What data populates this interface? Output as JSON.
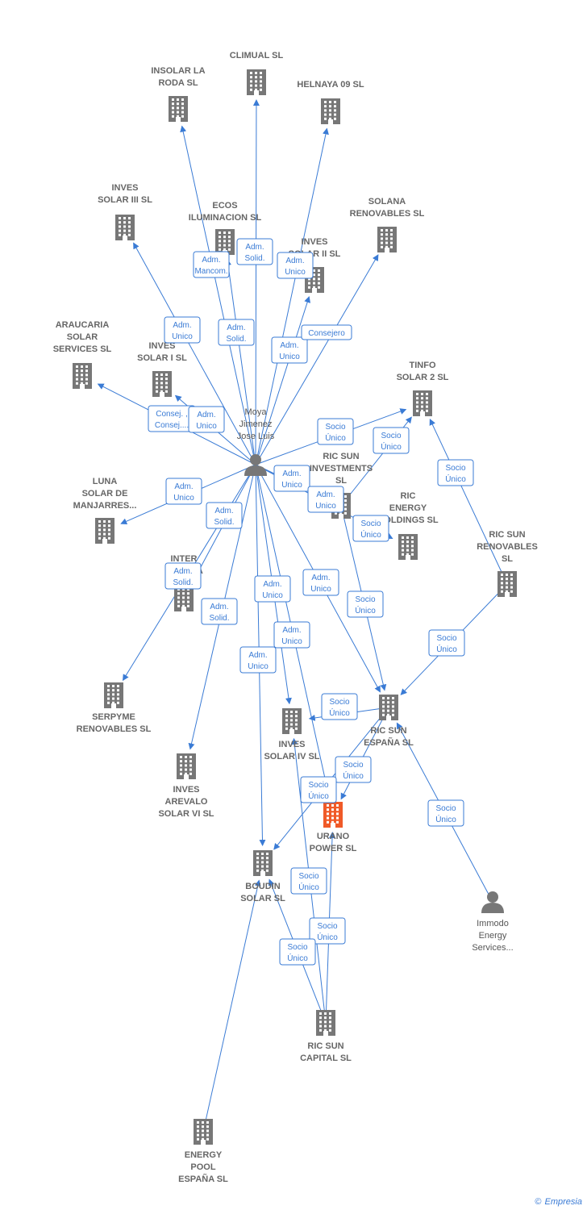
{
  "colors": {
    "edge": "#3a7bd5",
    "building": "#777777",
    "focus": "#f05a28",
    "person": "#777777",
    "label": "#666666"
  },
  "nodes": [
    {
      "id": "climual",
      "lines": [
        "CLIMUAL SL"
      ],
      "kind": "building"
    },
    {
      "id": "insolar_roda",
      "lines": [
        "INSOLAR LA",
        "RODA  SL"
      ],
      "kind": "building"
    },
    {
      "id": "helnaya",
      "lines": [
        "HELNAYA 09 SL"
      ],
      "kind": "building"
    },
    {
      "id": "inves3",
      "lines": [
        "INVES",
        "SOLAR III SL"
      ],
      "kind": "building"
    },
    {
      "id": "ecos",
      "lines": [
        "ECOS",
        "ILUMINACION SL"
      ],
      "kind": "building"
    },
    {
      "id": "solana",
      "lines": [
        "SOLANA",
        "RENOVABLES SL"
      ],
      "kind": "building"
    },
    {
      "id": "inves2",
      "lines": [
        "INVES",
        "SOLAR II SL"
      ],
      "kind": "building"
    },
    {
      "id": "araucaria",
      "lines": [
        "ARAUCARIA",
        "SOLAR",
        "SERVICES SL"
      ],
      "kind": "building"
    },
    {
      "id": "inves1",
      "lines": [
        "INVES",
        "SOLAR I SL"
      ],
      "kind": "building"
    },
    {
      "id": "tinfo",
      "lines": [
        "TINFO",
        "SOLAR 2 SL"
      ],
      "kind": "building"
    },
    {
      "id": "moya",
      "lines": [
        "Moya",
        "Jimenez",
        "Jose Luis"
      ],
      "kind": "person"
    },
    {
      "id": "ricinv",
      "lines": [
        "RIC SUN",
        "INVESTMENTS",
        "SL"
      ],
      "kind": "building"
    },
    {
      "id": "luna",
      "lines": [
        "LUNA",
        "SOLAR DE",
        "MANJARRES..."
      ],
      "kind": "building"
    },
    {
      "id": "richold",
      "lines": [
        "RIC",
        "ENERGY",
        "HOLDINGS  SL"
      ],
      "kind": "building"
    },
    {
      "id": "ricren",
      "lines": [
        "RIC SUN",
        "RENOVABLES",
        "SL"
      ],
      "kind": "building"
    },
    {
      "id": "inter",
      "lines": [
        "INTER",
        "IMAGINA"
      ],
      "kind": "building"
    },
    {
      "id": "serpyme",
      "lines": [
        "SERPYME",
        "RENOVABLES SL"
      ],
      "kind": "building"
    },
    {
      "id": "inves4",
      "lines": [
        "INVES",
        "SOLAR IV SL"
      ],
      "kind": "building"
    },
    {
      "id": "ricesp",
      "lines": [
        "RIC SUN",
        "ESPAÑA  SL"
      ],
      "kind": "building"
    },
    {
      "id": "arevalo",
      "lines": [
        "INVES",
        "AREVALO",
        "SOLAR VI SL"
      ],
      "kind": "building"
    },
    {
      "id": "urano",
      "lines": [
        "URANO",
        "POWER  SL"
      ],
      "kind": "focus"
    },
    {
      "id": "boudin",
      "lines": [
        "BOUDIN",
        "SOLAR SL"
      ],
      "kind": "building"
    },
    {
      "id": "immodo",
      "lines": [
        "Immodo",
        "Energy",
        "Services..."
      ],
      "kind": "person"
    },
    {
      "id": "riccap",
      "lines": [
        "RIC SUN",
        "CAPITAL  SL"
      ],
      "kind": "building"
    },
    {
      "id": "epool",
      "lines": [
        "ENERGY",
        "POOL",
        "ESPAÑA  SL"
      ],
      "kind": "building"
    }
  ],
  "edges": [
    {
      "from": "moya",
      "to": "climual",
      "label": [
        "Adm.",
        "Solid."
      ]
    },
    {
      "from": "moya",
      "to": "insolar_roda",
      "label": [
        "Adm.",
        "Mancom."
      ]
    },
    {
      "from": "moya",
      "to": "helnaya",
      "label": [
        "Adm.",
        "Unico"
      ]
    },
    {
      "from": "moya",
      "to": "inves3",
      "label": [
        "Adm.",
        "Unico"
      ]
    },
    {
      "from": "moya",
      "to": "ecos",
      "label": [
        "Adm.",
        "Solid."
      ]
    },
    {
      "from": "moya",
      "to": "inves2",
      "label": [
        "Adm.",
        "Unico"
      ]
    },
    {
      "from": "moya",
      "to": "solana",
      "label": [
        "Consejero"
      ]
    },
    {
      "from": "moya",
      "to": "araucaria",
      "label": [
        "Consej. ,",
        "Consej...."
      ]
    },
    {
      "from": "moya",
      "to": "inves1",
      "label": [
        "Adm.",
        "Unico"
      ]
    },
    {
      "from": "moya",
      "to": "tinfo",
      "label": [
        "Socio",
        "Único"
      ]
    },
    {
      "from": "moya",
      "to": "ricinv",
      "label": [
        "Adm.",
        "Unico"
      ]
    },
    {
      "from": "moya",
      "to": "richold",
      "label": [
        "Adm.",
        "Unico"
      ]
    },
    {
      "from": "moya",
      "to": "luna",
      "label": [
        "Adm.",
        "Unico"
      ]
    },
    {
      "from": "moya",
      "to": "inter",
      "label": [
        "Adm.",
        "Solid."
      ]
    },
    {
      "from": "moya",
      "to": "serpyme",
      "label": [
        "Adm.",
        "Solid."
      ]
    },
    {
      "from": "moya",
      "to": "arevalo",
      "label": [
        "Adm.",
        "Solid."
      ]
    },
    {
      "from": "moya",
      "to": "inves4",
      "label": [
        "Adm.",
        "Unico"
      ]
    },
    {
      "from": "moya",
      "to": "urano",
      "label": [
        "Adm.",
        "Unico"
      ]
    },
    {
      "from": "moya",
      "to": "boudin",
      "label": [
        "Adm.",
        "Unico"
      ]
    },
    {
      "from": "moya",
      "to": "ricesp",
      "label": [
        "Adm.",
        "Unico"
      ]
    },
    {
      "from": "ricinv",
      "to": "tinfo",
      "label": [
        "Socio",
        "Único"
      ]
    },
    {
      "from": "ricinv",
      "to": "ricesp",
      "label": [
        "Socio",
        "Único"
      ]
    },
    {
      "from": "ricren",
      "to": "tinfo",
      "label": [
        "Socio",
        "Único"
      ]
    },
    {
      "from": "ricren",
      "to": "ricesp",
      "label": [
        "Socio",
        "Único"
      ]
    },
    {
      "from": "ricesp",
      "to": "inves4",
      "label": [
        "Socio",
        "Único"
      ]
    },
    {
      "from": "ricesp",
      "to": "urano",
      "label": [
        "Socio",
        "Único"
      ]
    },
    {
      "from": "ricesp",
      "to": "boudin",
      "label": [
        "Socio",
        "Único"
      ]
    },
    {
      "from": "immodo",
      "to": "ricesp",
      "label": [
        "Socio",
        "Único"
      ]
    },
    {
      "from": "riccap",
      "to": "urano",
      "label": [
        "Socio",
        "Único"
      ]
    },
    {
      "from": "riccap",
      "to": "boudin",
      "label": [
        "Socio",
        "Único"
      ]
    },
    {
      "from": "riccap",
      "to": "inves4",
      "label": [
        "Socio",
        "Único"
      ]
    },
    {
      "from": "epool",
      "to": "boudin",
      "label": [
        "Socio",
        "Único"
      ]
    }
  ],
  "footer": {
    "copyright": "©",
    "brand": "Empresia"
  }
}
